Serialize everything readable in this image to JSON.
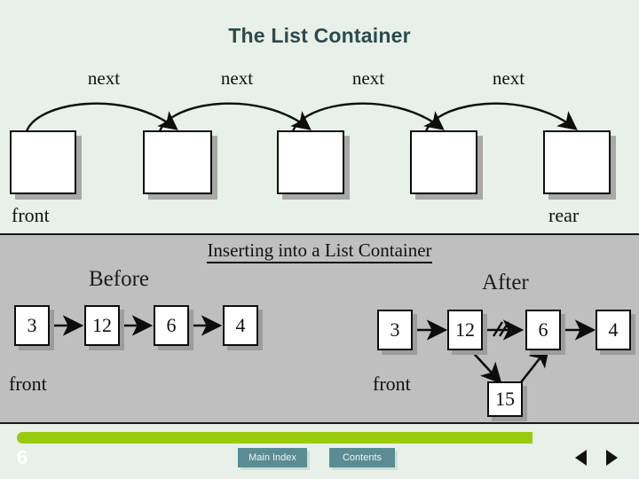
{
  "slide": {
    "title": "The List Container",
    "background_color": "#e7f0e9",
    "title_color": "#2d4a4c"
  },
  "top_diagram": {
    "next_labels": [
      "next",
      "next",
      "next",
      "next"
    ],
    "front_label": "front",
    "rear_label": "rear",
    "node_count": 5,
    "nodes": [
      "",
      "",
      "",
      "",
      ""
    ]
  },
  "inset_panel": {
    "title": "Inserting into a List Container",
    "background_color": "#bfbfbf",
    "before": {
      "heading": "Before",
      "values": [
        "3",
        "12",
        "6",
        "4"
      ],
      "front_label": "front"
    },
    "after": {
      "heading": "After",
      "values": [
        "3",
        "12",
        "6",
        "4"
      ],
      "inserted_value": "15",
      "front_label": "front",
      "broken_link_marker": "//"
    }
  },
  "footer": {
    "page_number": "6",
    "progress_bar_color": "#9aca10",
    "buttons": [
      {
        "id": "main-index",
        "label": "Main Index"
      },
      {
        "id": "contents",
        "label": "Contents"
      }
    ],
    "prev_icon": "triangle-left-icon",
    "next_icon": "triangle-right-icon"
  }
}
